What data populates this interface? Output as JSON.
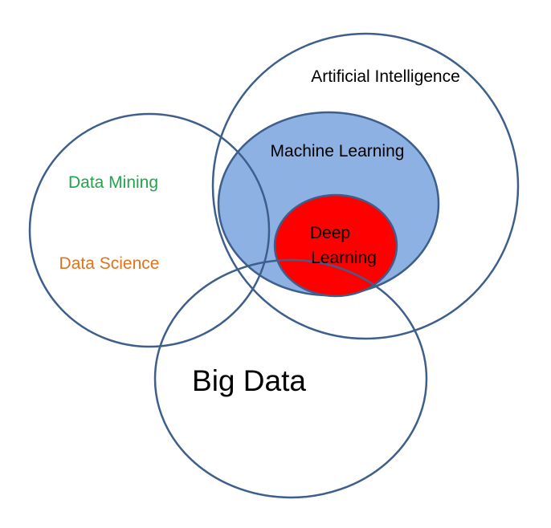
{
  "labels": {
    "artificial_intelligence": "Artificial Intelligence",
    "machine_learning": "Machine Learning",
    "deep_learning_line1": "Deep",
    "deep_learning_line2": "Learning",
    "data_mining": "Data Mining",
    "data_science": "Data Science",
    "big_data": "Big Data"
  },
  "colors": {
    "outline": "#3e5e8c",
    "machine_learning_fill": "#8eb1e3",
    "deep_learning_fill": "#ff0000",
    "data_mining_text": "#1fa64a",
    "data_science_text": "#e0731c",
    "text": "#000000"
  }
}
